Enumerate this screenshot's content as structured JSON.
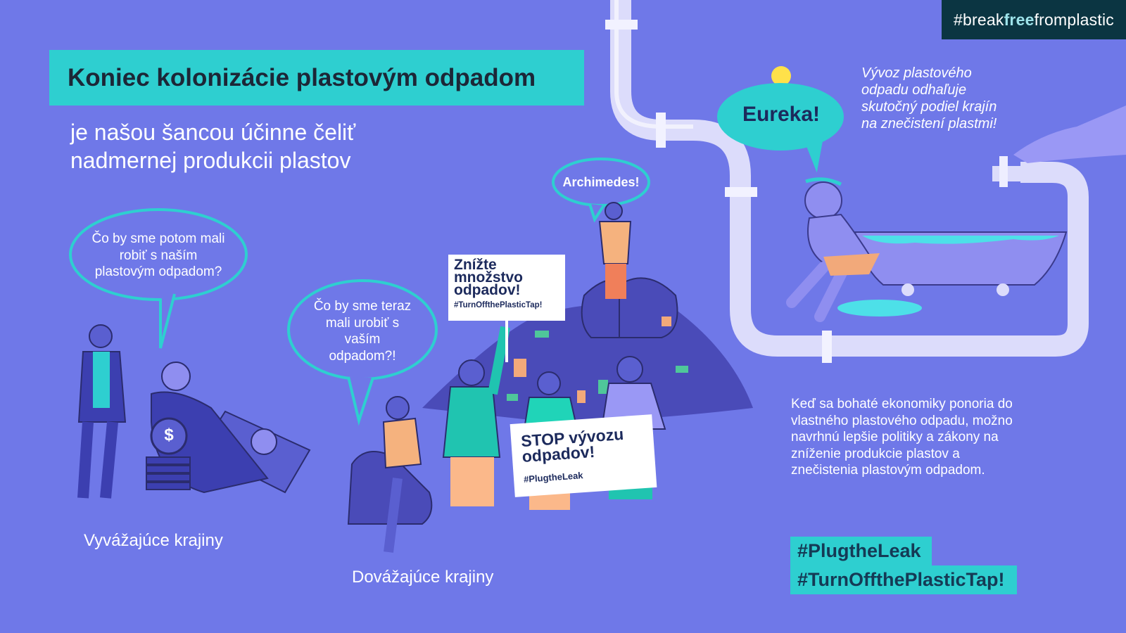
{
  "brand": {
    "prefix": "#break",
    "highlight": "free",
    "suffix": "fromplastic"
  },
  "title": "Koniec kolonizácie plastovým odpadom",
  "subtitle": "je našou šancou účinne čeliť nadmernej produkcii plastov",
  "bubbles": {
    "exporting_question": "Čo by sme potom mali robiť s naším plastovým odpadom?",
    "importing_question": "Čo by sme teraz mali urobiť s vaším odpadom?!",
    "archimedes": "Archimedes!",
    "eureka": "Eureka!"
  },
  "signs": {
    "reduce": {
      "text": "Znížte množstvo odpadov!",
      "hashtag": "#TurnOffthePlasticTap!"
    },
    "stop": {
      "text": "STOP vývozu odpadov!",
      "hashtag": "#PlugtheLeak"
    }
  },
  "coin_symbol": "$",
  "labels": {
    "exporting": "Vyvážajúce krajiny",
    "importing": "Dovážajúce krajiny"
  },
  "export_note": "Vývoz plastového odpadu odhaľuje skutočný podiel krajín na znečistení plastmi!",
  "paragraph": "Keď sa bohaté ekonomiky ponoria do vlastného plastového odpadu, možno navrhnú lepšie politiky a zákony na zníženie produkcie plastov a znečistenia plastovým odpadom.",
  "hashtags": [
    "#PlugtheLeak",
    "#TurnOffthePlasticTap!"
  ],
  "colors": {
    "background": "#6f78e8",
    "accent": "#2ecfd0",
    "brand_bg": "#0b3542",
    "pipe": "#dcdcfb"
  }
}
